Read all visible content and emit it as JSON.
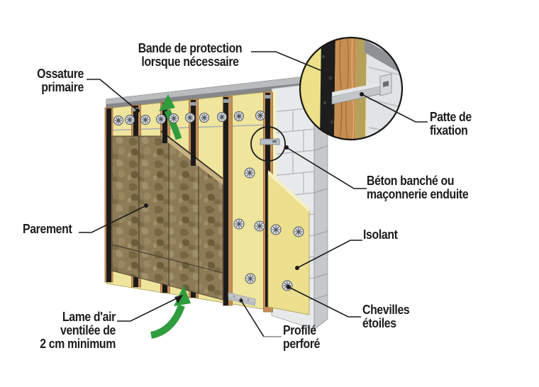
{
  "figure": {
    "type": "construction-detail-diagram",
    "language": "fr",
    "labels": {
      "ossature_primaire": "Ossature\nprimaire",
      "bande_protection": "Bande de protection\nlorsque nécessaire",
      "patte_fixation": "Patte de\nfixation",
      "beton_banche": "Béton banché ou\nmaçonnerie enduite",
      "parement": "Parement",
      "isolant": "Isolant",
      "lame_air": "Lame d'air\nventilée de\n2 cm minimum",
      "chevilles_etoiles": "Chevilles\nétoiles",
      "profile_perfore": "Profilé\nperforé"
    },
    "colors": {
      "background": "#ffffff",
      "insulation": "#efe59c",
      "insulation_edge": "#f7f0c4",
      "insulation_panel_right": "#ecdf8e",
      "parement_base": "#8c7b56",
      "parement_edge": "#c9b182",
      "wood": "#c58e55",
      "wood_dark": "#9a6c3e",
      "protection_strip": "#1b1b1b",
      "masonry_front": "#e8e9ea",
      "masonry_side": "#c6c8ca",
      "masonry_joint": "#b2b4b7",
      "cap_gray": "#85878a",
      "cap_gray_top": "#b9bbbd",
      "metal": "#c3c6c9",
      "metal_light": "#e4e6e8",
      "green_arrow": "#2f9c3e",
      "leader_line": "#1a1a1a",
      "leader_gray": "#8a8a8a",
      "star_fill": "#dfe2e6",
      "star_stroke": "#4a4f57"
    }
  }
}
